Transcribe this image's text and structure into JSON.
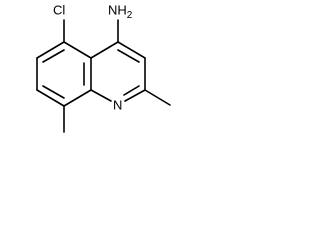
{
  "molecule": {
    "atoms": {
      "chlorine": "Cl",
      "amine": "NH2",
      "ring_nitrogen": "N"
    }
  }
}
